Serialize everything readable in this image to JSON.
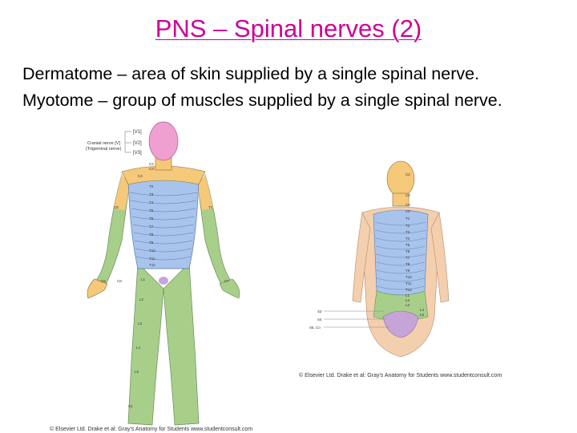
{
  "slide": {
    "title": "PNS – Spinal nerves (2)",
    "line1": "Dermatome – area of skin supplied by a single spinal nerve.",
    "line2": "Myotome – group of muscles supplied by a single spinal nerve."
  },
  "front_figure": {
    "cranial_label_1": "Cranial nerve [V]",
    "cranial_label_2": "(Trigeminal nerve)",
    "nerve_labels": [
      "[V1]",
      "[V2]",
      "[V3]"
    ],
    "segment_labels": [
      "C2",
      "C3",
      "C4",
      "T2",
      "T3",
      "T4",
      "T5",
      "T6",
      "T7",
      "T8",
      "T9",
      "T10",
      "T11",
      "T12",
      "L1",
      "L2",
      "L3",
      "L4",
      "L5",
      "S1",
      "C5",
      "C6",
      "C7",
      "C8",
      "T1"
    ],
    "caption": "© Elsevier Ltd. Drake et al: Gray's Anatomy for Students www.studentconsult.com"
  },
  "back_figure": {
    "segment_labels": [
      "C2",
      "C3",
      "C4",
      "C5",
      "T1",
      "T2",
      "T3",
      "T4",
      "T5",
      "T6",
      "T7",
      "T8",
      "T9",
      "T10",
      "T11",
      "T12",
      "L1",
      "L2",
      "L3",
      "L4",
      "L5"
    ],
    "sacral_labels": [
      "S3",
      "S4",
      "S5, Co"
    ],
    "caption": "© Elsevier Ltd. Drake et al: Gray's Anatomy for Students www.studentconsult.com"
  },
  "colors": {
    "title": "#cc0099",
    "cranial": "#f0a0d0",
    "cervical": "#f5c87a",
    "thoracic": "#a8c4ec",
    "lumbar": "#a8cf8a",
    "sacral": "#c7a4d8",
    "skin": "#f3cfae"
  }
}
